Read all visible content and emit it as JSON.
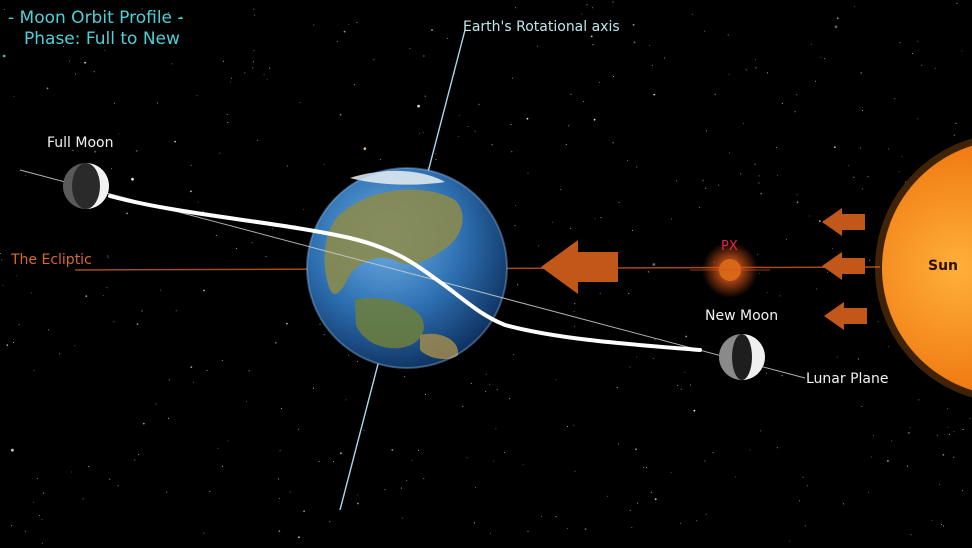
{
  "title": {
    "line1": "- Moon Orbit Profile -",
    "line2": "Phase: Full to New"
  },
  "labels": {
    "earth_axis": "Earth's Rotational axis",
    "full_moon": "Full Moon",
    "new_moon": "New Moon",
    "lunar_plane": "Lunar Plane",
    "ecliptic": "The Ecliptic",
    "px": "PX",
    "sun": "Sun"
  },
  "colors": {
    "title": "#4fd0d8",
    "ecliptic": "#d86a2a",
    "arrows": "#c2571a",
    "px": "#e8254a",
    "orbit_path": "#ffffff",
    "sun": "#f07a12",
    "earth_ocean": "#2a6fb0"
  }
}
